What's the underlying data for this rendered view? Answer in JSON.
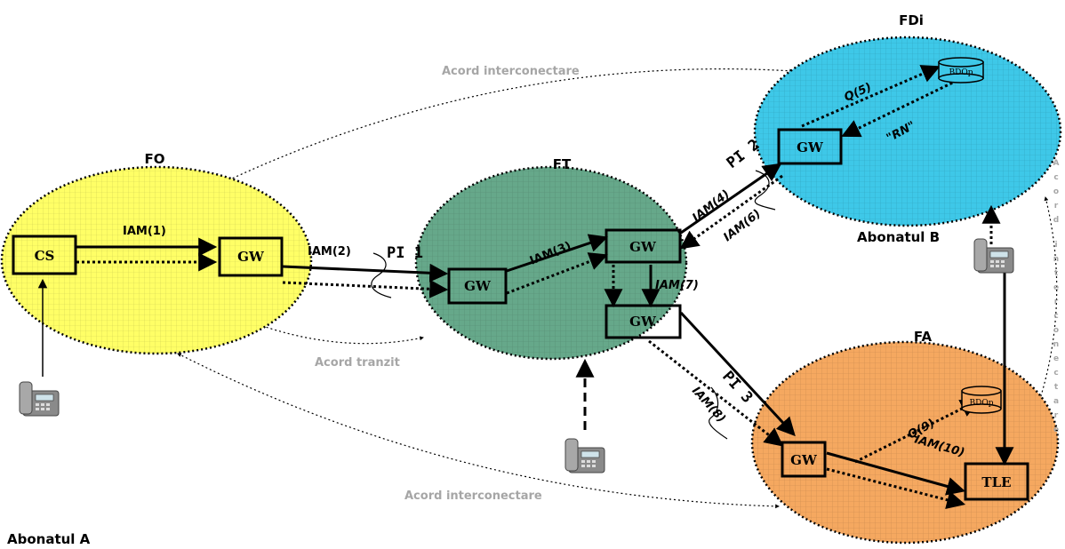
{
  "networks": {
    "fo": "FO",
    "ft": "FT",
    "fdi": "FDi",
    "fa": "FA"
  },
  "nodes": {
    "cs": "CS",
    "gw": "GW",
    "tle": "TLE",
    "bdop": "BDOp"
  },
  "messages": {
    "iam1": "IAM(1)",
    "iam2": "IAM(2)",
    "iam3": "IAM(3)",
    "iam4": "IAM(4)",
    "q5": "Q(5)",
    "rn": "\"RN\"",
    "iam6": "IAM(6)",
    "iam7": "IAM(7)",
    "iam8": "IAM(8)",
    "q9": "Q(9)",
    "iam10": "IAM(10)"
  },
  "interconnect_points": {
    "pi1": "PI 1",
    "pi2": "PI 2",
    "pi3": "PI 3"
  },
  "agreements": {
    "top": "Acord interconectare",
    "transit": "Acord tranzit",
    "bottom": "Acord interconectare",
    "vertical": "Acord interconectare"
  },
  "subscribers": {
    "a": "Abonatul A",
    "b": "Abonatul B"
  },
  "colors": {
    "fo_fill": "#ffff66",
    "ft_fill": "#66a88a",
    "fdi_fill": "#3ec8e8",
    "fa_fill": "#f5a860",
    "agreement_text": "#a6a6a6"
  }
}
